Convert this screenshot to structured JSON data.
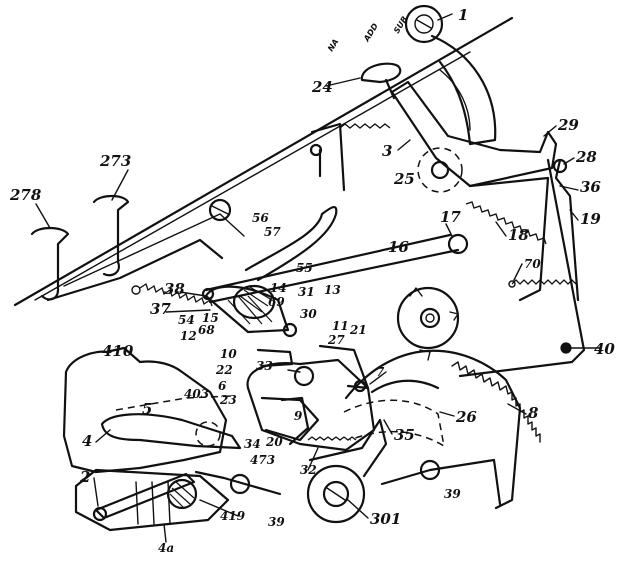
{
  "mode_labels": [
    "NA",
    "ADD",
    "SUB"
  ],
  "reference_numerals": [
    "1",
    "24",
    "29",
    "3",
    "28",
    "36",
    "19",
    "25",
    "273",
    "278",
    "56",
    "57",
    "17",
    "16",
    "18",
    "55",
    "70",
    "38",
    "14",
    "31",
    "13",
    "37",
    "54",
    "15",
    "69",
    "30",
    "12",
    "68",
    "410",
    "10",
    "11",
    "27",
    "21",
    "40",
    "33",
    "22",
    "7",
    "6",
    "403",
    "23",
    "5",
    "9",
    "20",
    "26",
    "8",
    "4",
    "34",
    "35",
    "473",
    "32",
    "2",
    "419",
    "39",
    "39",
    "301",
    "4a"
  ]
}
